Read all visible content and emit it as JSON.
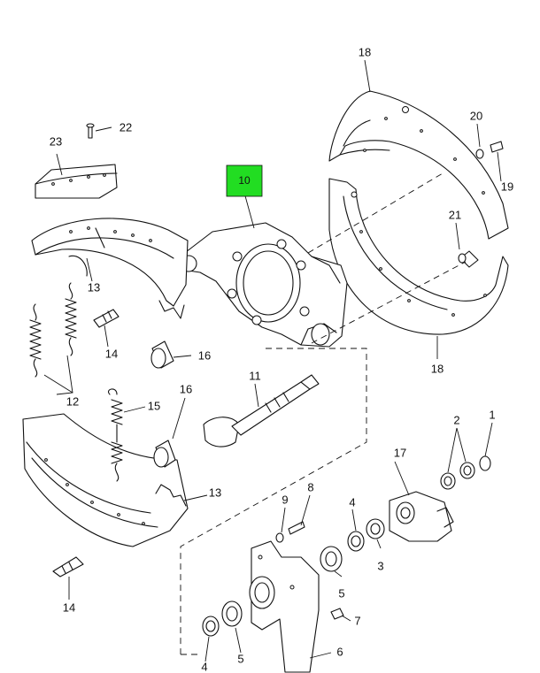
{
  "highlight_color": "#22dd22",
  "labels": {
    "l1": "1",
    "l2": "2",
    "l3": "3",
    "l4a": "4",
    "l4b": "4",
    "l5a": "5",
    "l5b": "5",
    "l6": "6",
    "l7": "7",
    "l8": "8",
    "l9": "9",
    "l10": "10",
    "l11": "11",
    "l12": "12",
    "l13a": "13",
    "l13b": "13",
    "l14a": "14",
    "l14b": "14",
    "l15": "15",
    "l16a": "16",
    "l16b": "16",
    "l17": "17",
    "l18a": "18",
    "l18b": "18",
    "l19": "19",
    "l20": "20",
    "l21": "21",
    "l22": "22",
    "l23": "23"
  }
}
